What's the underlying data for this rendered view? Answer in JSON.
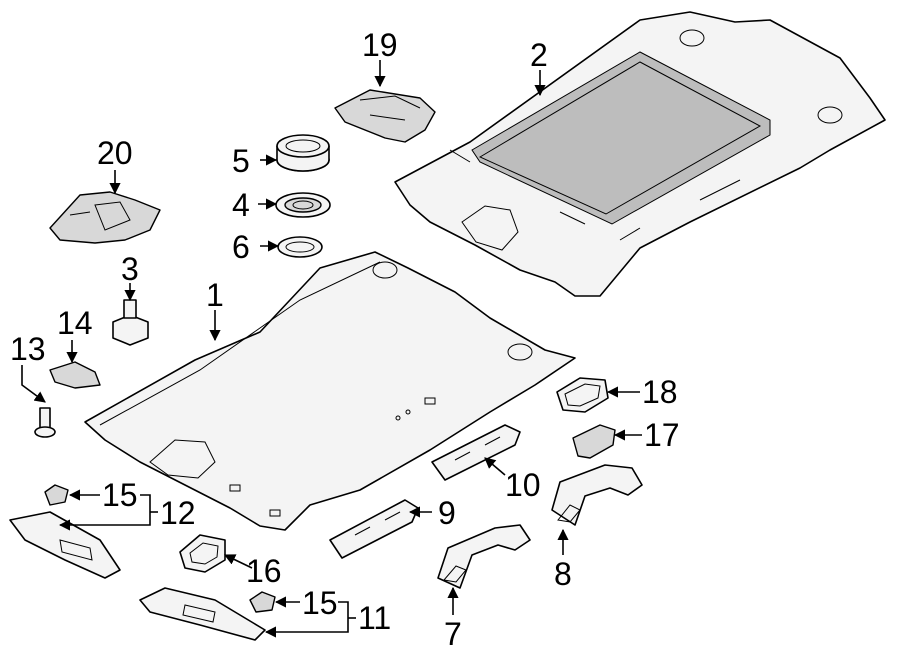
{
  "callouts": {
    "c1": "1",
    "c2": "2",
    "c3": "3",
    "c4": "4",
    "c5": "5",
    "c6": "6",
    "c7": "7",
    "c8": "8",
    "c9": "9",
    "c10": "10",
    "c11": "11",
    "c12": "12",
    "c13": "13",
    "c14": "14",
    "c15a": "15",
    "c15b": "15",
    "c16": "16",
    "c17": "17",
    "c18": "18",
    "c19": "19",
    "c20": "20"
  },
  "style": {
    "line_color": "#000000",
    "part_fill": "#f4f4f4",
    "background": "#ffffff"
  }
}
